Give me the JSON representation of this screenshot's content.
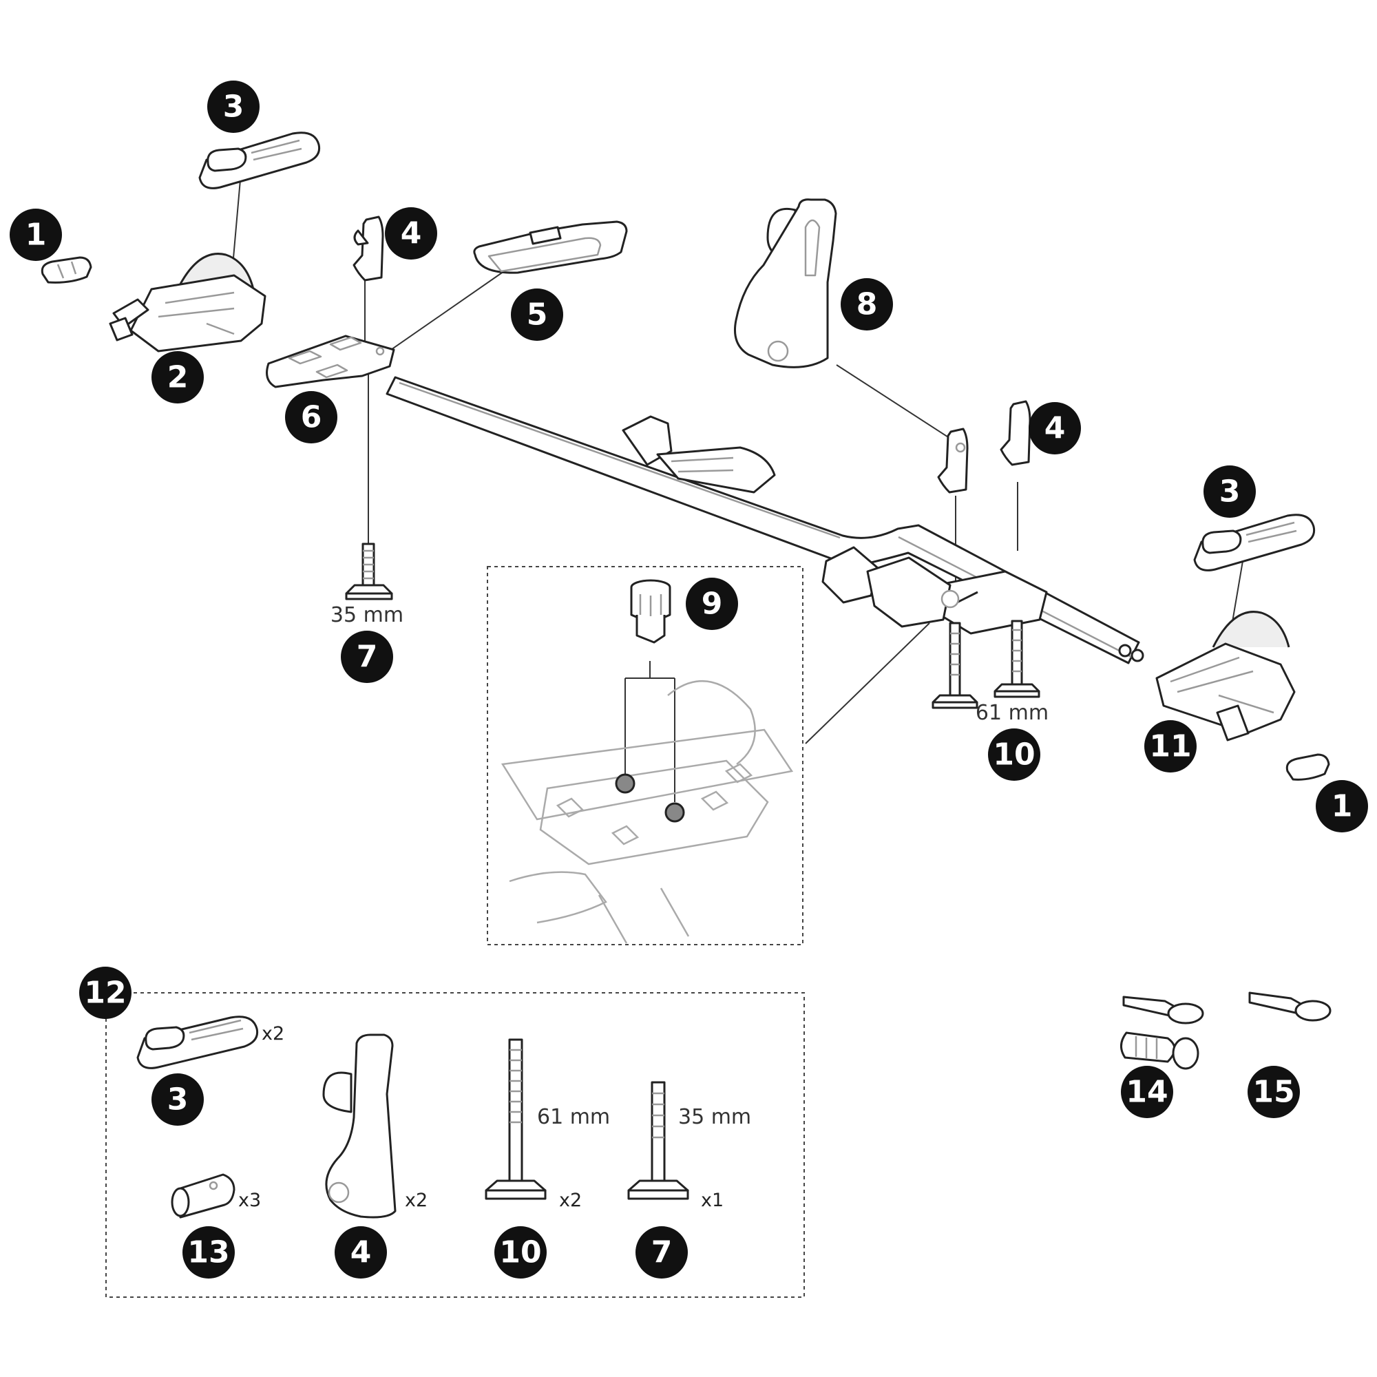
{
  "colors": {
    "badge": "#111111",
    "badge_text": "#ffffff",
    "line": "#222222",
    "dash_box": "#444444"
  },
  "callouts": {
    "c1": "1",
    "c2": "2",
    "c3": "3",
    "c4": "4",
    "c5": "5",
    "c6": "6",
    "c7": "7",
    "c8": "8",
    "c9": "9",
    "c10": "10",
    "c11": "11",
    "c12": "12",
    "c13": "13",
    "c14": "14",
    "c15": "15"
  },
  "dimensions": {
    "bolt_short": "35 mm",
    "bolt_long": "61 mm"
  },
  "quantities": {
    "q3": "x2",
    "q13": "x3",
    "q4": "x2",
    "q10": "x2",
    "q7": "x1"
  }
}
